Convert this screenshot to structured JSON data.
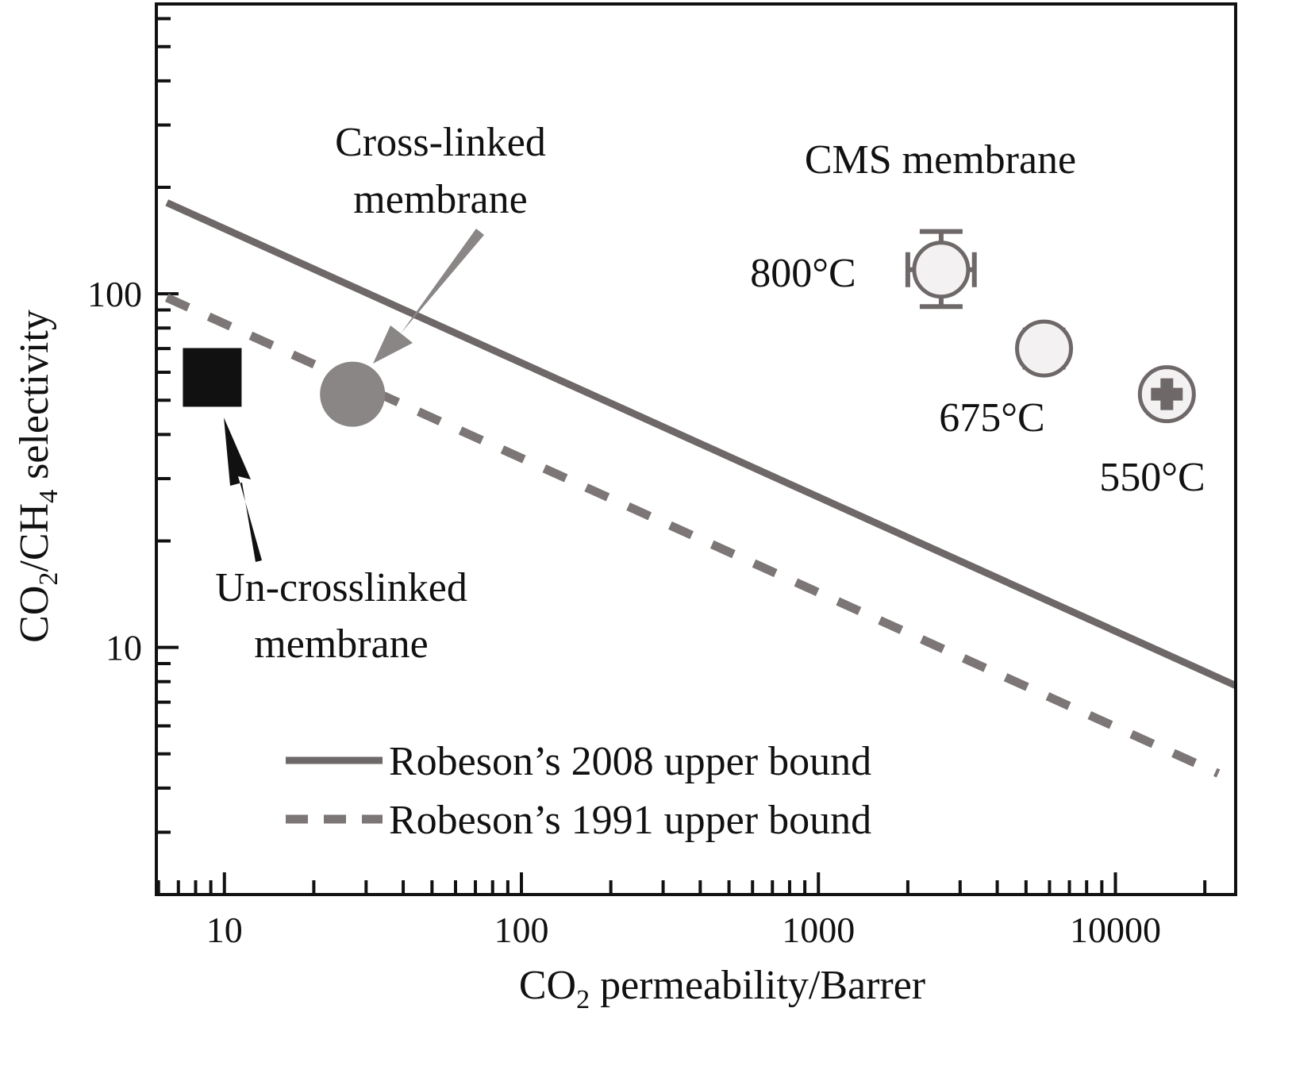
{
  "chart_data": {
    "type": "scatter",
    "title": "",
    "xlabel": {
      "main": "CO",
      "sub": "2",
      "rest": " permeability/Barrer"
    },
    "ylabel": {
      "a": "CO",
      "a_sub": "2",
      "b": "/CH",
      "b_sub": "4",
      "c": " selectivity"
    },
    "xscale": "log",
    "yscale": "log",
    "xlim": [
      5.9,
      25400
    ],
    "ylim": [
      2,
      660
    ],
    "x_ticks": [
      {
        "value": 10,
        "label": "10"
      },
      {
        "value": 100,
        "label": "100"
      },
      {
        "value": 1000,
        "label": "1000"
      },
      {
        "value": 10000,
        "label": "10000"
      }
    ],
    "y_ticks": [
      {
        "value": 10,
        "label": "10"
      },
      {
        "value": 100,
        "label": "100"
      }
    ],
    "grid": false,
    "series": [
      {
        "name": "Robeson’s 2008 upper bound",
        "style": "solid",
        "color": "#6f6868",
        "x": [
          6.4,
          25400
        ],
        "y": [
          181,
          7.8
        ]
      },
      {
        "name": "Robeson’s 1991 upper bound",
        "style": "dashed",
        "color": "#7d7676",
        "x": [
          6.4,
          22200
        ],
        "y": [
          97.5,
          4.4
        ]
      }
    ],
    "points": [
      {
        "name": "Un-crosslinked membrane",
        "x": 9.1,
        "y": 58,
        "marker": "square",
        "color": "#111111"
      },
      {
        "name": "Cross-linked membrane",
        "x": 27,
        "y": 52,
        "marker": "circle",
        "color": "#8a8686"
      },
      {
        "name": "CMS 800°C",
        "x": 2590,
        "y": 117,
        "marker": "circle-errorbar",
        "color": "#6f6868",
        "xerr": [
          2000,
          3350
        ],
        "yerr": [
          92,
          150
        ]
      },
      {
        "name": "CMS 675°C",
        "x": 5750,
        "y": 70,
        "marker": "circle-errorbar",
        "color": "#6f6868",
        "xerr": [
          4950,
          6700
        ],
        "yerr": [
          62,
          79
        ]
      },
      {
        "name": "CMS 550°C",
        "x": 14900,
        "y": 52,
        "marker": "circle-cross",
        "color": "#6f6868"
      }
    ],
    "annotations": {
      "cross_linked_1": "Cross-linked",
      "cross_linked_2": "membrane",
      "uncross_1": "Un-crosslinked",
      "uncross_2": "membrane",
      "cms": "CMS membrane",
      "t800": "800°C",
      "t675": "675°C",
      "t550": "550°C"
    },
    "legend": {
      "placement": "bottom-center",
      "entries": [
        "Robeson’s 2008 upper bound",
        "Robeson’s 1991 upper bound"
      ]
    }
  }
}
